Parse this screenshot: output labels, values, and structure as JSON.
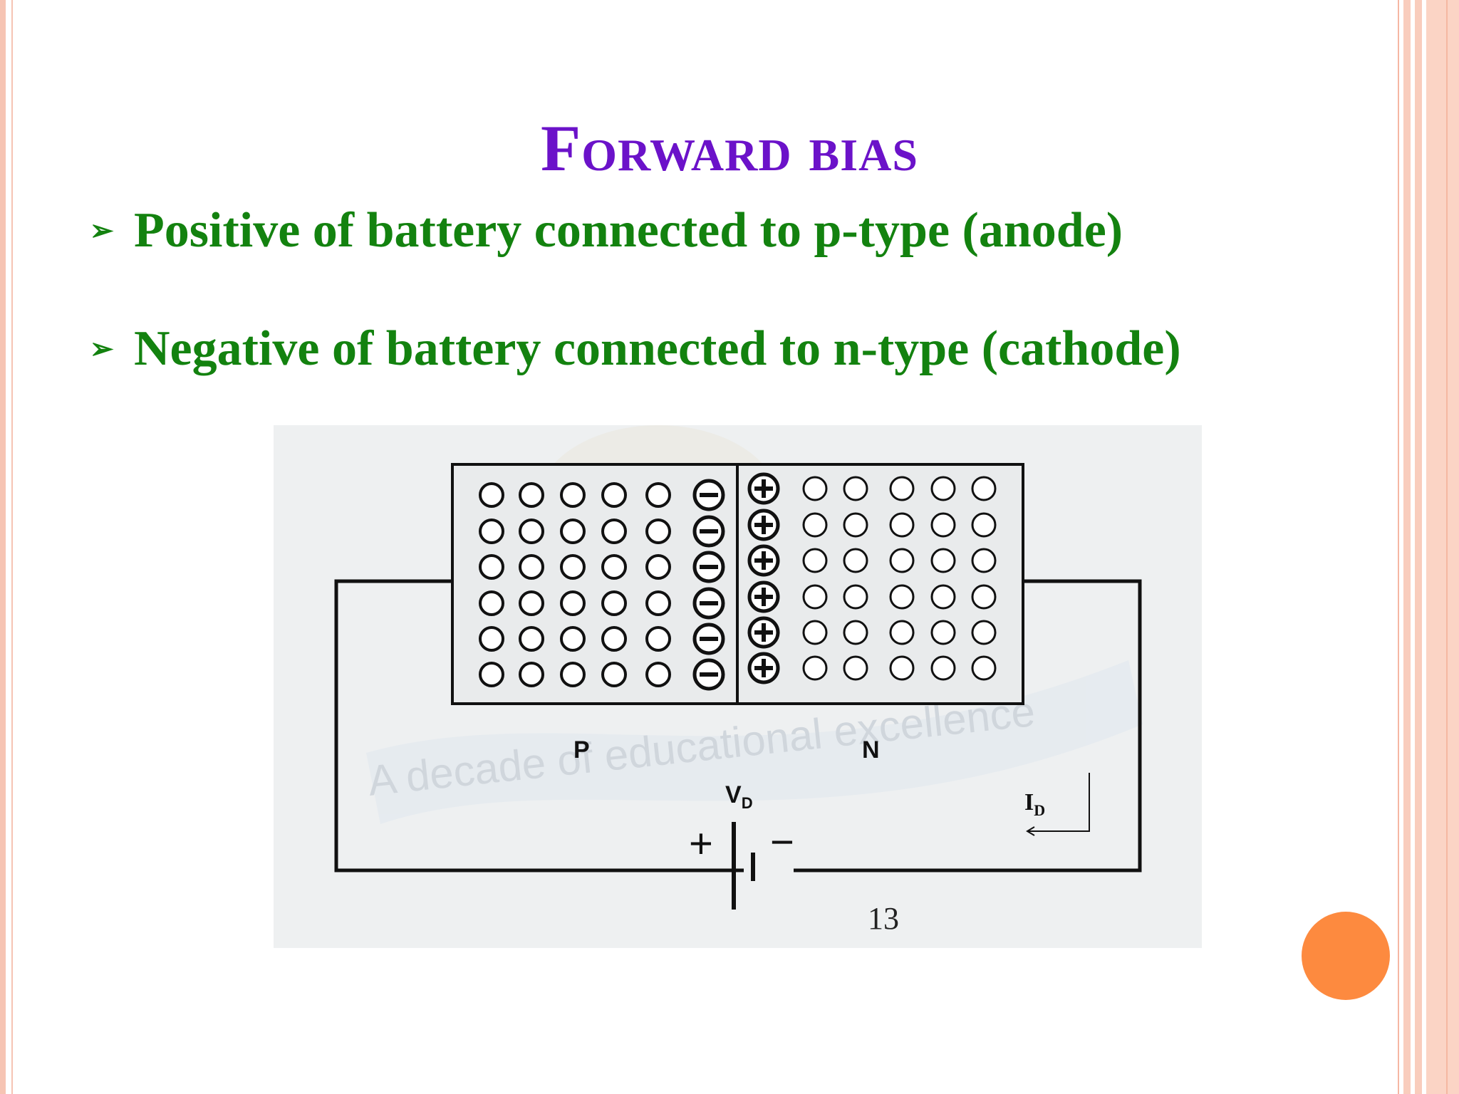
{
  "slide": {
    "title": "Forward bias",
    "bullets": [
      "Positive of battery connected to p-type (anode)",
      "Negative of battery connected to n-type (cathode)"
    ],
    "bullet_glyph": "➢",
    "page_number": "13"
  },
  "diagram": {
    "p_label": "P",
    "n_label": "N",
    "vd_main": "V",
    "vd_sub": "D",
    "id_main": "I",
    "id_sub": "D",
    "plus_sign": "+",
    "minus_sign": "−",
    "watermark": "A decade of educational excellence"
  },
  "colors": {
    "title": "#6b12c9",
    "bullet_text": "#13820f",
    "accent_circle": "#fd8a3f",
    "border": "#f6c4b3"
  }
}
